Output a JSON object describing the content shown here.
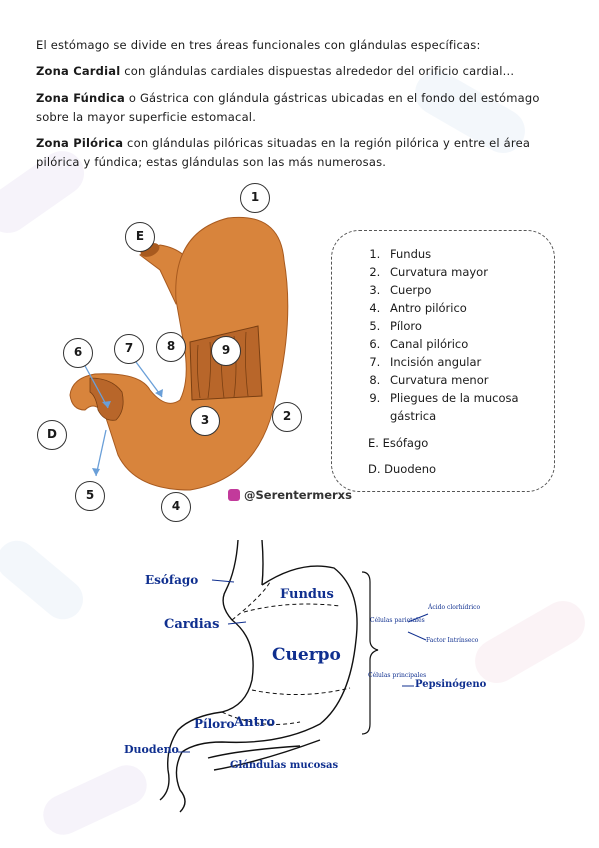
{
  "intro": "El estómago se divide en tres áreas funcionales con glándulas específicas:",
  "zones": [
    {
      "name": "Zona Cardial",
      "text": " con glándulas cardiales dispuestas alrededor del orificio cardial..."
    },
    {
      "name": "Zona Fúndica",
      "text": " o Gástrica con glándula gástricas ubicadas en el fondo del estómago sobre la mayor superficie estomacal."
    },
    {
      "name": "Zona Pilórica",
      "text": " con glándulas pilóricas situadas en la región pilórica y entre el área pilórica y fúndica; estas glándulas son las más numerosas."
    }
  ],
  "figure_markers": [
    "1",
    "2",
    "3",
    "4",
    "5",
    "6",
    "7",
    "8",
    "9",
    "E",
    "D"
  ],
  "legend": {
    "items": [
      "Fundus",
      "Curvatura mayor",
      "Cuerpo",
      "Antro pilórico",
      "Píloro",
      "Canal pilórico",
      "Incisión angular",
      "Curvatura menor",
      "Pliegues de la mucosa gástrica"
    ],
    "extra": [
      "E. Esófago",
      "D. Duodeno"
    ]
  },
  "handle": "@Serentermerxs",
  "diagram": {
    "esofago": "Esófago",
    "fundus": "Fundus",
    "cardias": "Cardias",
    "cuerpo": "Cuerpo",
    "piloro": "Píloro",
    "antro": "Antro",
    "duodeno": "Duodeno",
    "glandulas": "Glándulas mucosas",
    "celulas_parietales": "Células parietales",
    "acido": "Ácido clorhídrico",
    "factor": "Factor Intrínseco",
    "celulas_principales": "Células principales",
    "pepsinogeno": "Pepsinógeno"
  },
  "colors": {
    "stomach": "#d8843c",
    "stomach_dark": "#a85a1f",
    "diagram_text": "#0f2f8f",
    "arrow": "#6a9fd8"
  }
}
